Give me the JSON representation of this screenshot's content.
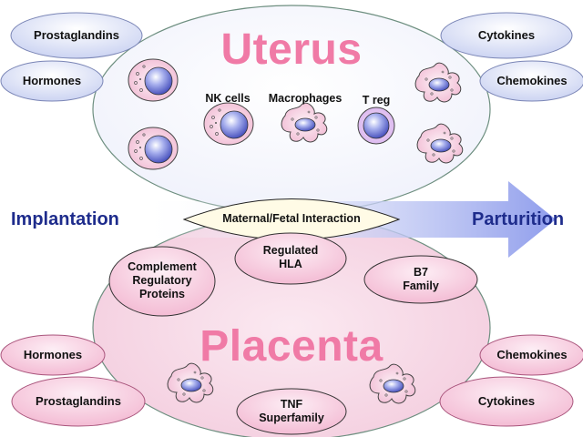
{
  "uterus": {
    "title": "Uterus",
    "factors_left": [
      "Prostaglandins",
      "Hormones"
    ],
    "factors_right": [
      "Cytokines",
      "Chemokines"
    ],
    "cells": [
      "NK cells",
      "Macrophages",
      "T reg"
    ]
  },
  "placenta": {
    "title": "Placenta",
    "molecules": [
      "Complement\nRegulatory\nProteins",
      "Regulated\nHLA",
      "B7\nFamily",
      "TNF\nSuperfamily"
    ],
    "factors_left": [
      "Hormones",
      "Prostaglandins"
    ],
    "factors_right": [
      "Chemokines",
      "Cytokines"
    ]
  },
  "timeline": {
    "start": "Implantation",
    "end": "Parturition",
    "interface": "Maternal/Fetal Interaction"
  },
  "colors": {
    "uterus_title": "#f07aa6",
    "phase_text": "#1e2c8c",
    "uterus_fill": "#fbfbff",
    "placenta_fill": "#f7d7e6",
    "pill_blue": "#cdd5f2",
    "pill_pink": "#f6bfd6",
    "arrow": "#8f9dec"
  }
}
